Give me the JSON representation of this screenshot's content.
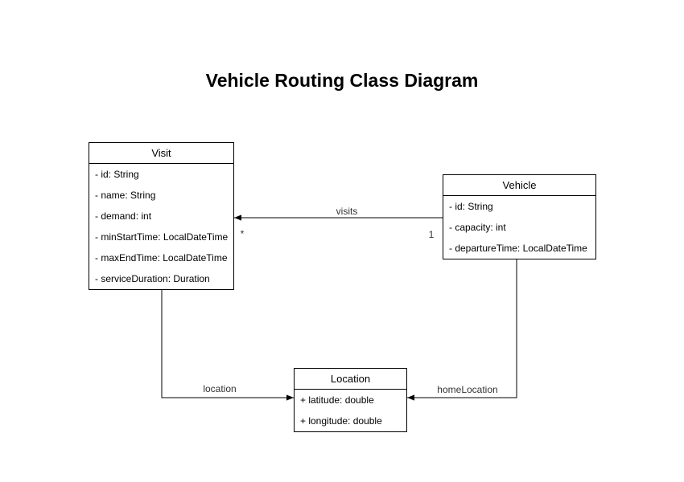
{
  "title": "Vehicle Routing Class Diagram",
  "diagram": {
    "classes": [
      {
        "name": "Visit",
        "attributes": [
          "- id: String",
          "- name: String",
          "- demand: int",
          "- minStartTime: LocalDateTime",
          "- maxEndTime: LocalDateTime",
          "- serviceDuration: Duration"
        ]
      },
      {
        "name": "Vehicle",
        "attributes": [
          "- id: String",
          "- capacity: int",
          "- departureTime: LocalDateTime"
        ]
      },
      {
        "name": "Location",
        "attributes": [
          "+ latitude: double",
          "+ longitude: double"
        ]
      }
    ],
    "edges": [
      {
        "label": "visits",
        "from": "Vehicle",
        "to": "Visit",
        "from_multiplicity": "1",
        "to_multiplicity": "*"
      },
      {
        "label": "location",
        "from": "Visit",
        "to": "Location"
      },
      {
        "label": "homeLocation",
        "from": "Vehicle",
        "to": "Location"
      }
    ]
  },
  "colors": {
    "background": "#ffffff",
    "shape_fill": "#ffffff",
    "stroke": "#000000",
    "text": "#000000",
    "edge_label_text": "#333333"
  }
}
